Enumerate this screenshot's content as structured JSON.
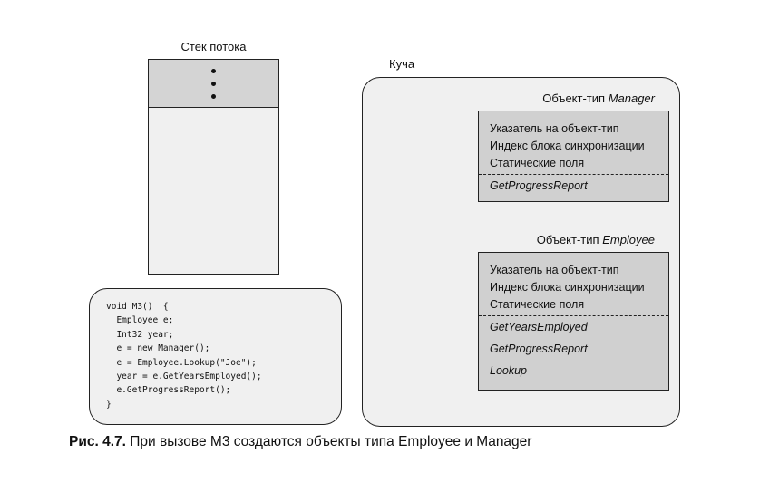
{
  "stack": {
    "title": "Стек потока"
  },
  "heap": {
    "title": "Куча",
    "manager": {
      "title_prefix": "Объект-тип",
      "title_type": "Manager",
      "fields": [
        "Указатель на объект-тип",
        "Индекс блока синхронизации",
        "Статические поля"
      ],
      "methods": [
        "GetProgressReport"
      ]
    },
    "employee": {
      "title_prefix": "Объект-тип",
      "title_type": "Employee",
      "fields": [
        "Указатель на объект-тип",
        "Индекс блока синхронизации",
        "Статические поля"
      ],
      "methods": [
        "GetYearsEmployed",
        "GetProgressReport",
        "Lookup"
      ]
    }
  },
  "code": {
    "lines": [
      "void M3()  {",
      "  Employee e;",
      "  Int32 year;",
      "  e = new Manager();",
      "  e = Employee.Lookup(\"Joe\");",
      "  year = e.GetYearsEmployed();",
      "  e.GetProgressReport();",
      "}"
    ]
  },
  "caption": {
    "label": "Рис. 4.7.",
    "text": " При вызове M3 создаются объекты типа Employee и Manager"
  }
}
